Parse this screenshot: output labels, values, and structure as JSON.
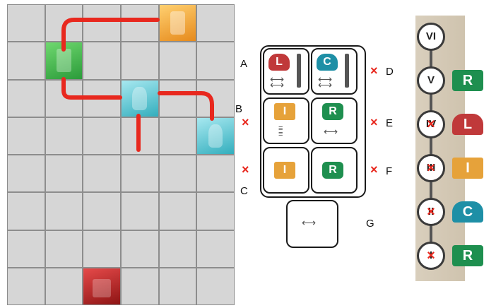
{
  "board": {
    "rows": 8,
    "cols": 6,
    "tiles": [
      {
        "row": 0,
        "col": 4,
        "type": "orange"
      },
      {
        "row": 1,
        "col": 1,
        "type": "green"
      },
      {
        "row": 2,
        "col": 3,
        "type": "cyan"
      },
      {
        "row": 3,
        "col": 5,
        "type": "cyan"
      },
      {
        "row": 7,
        "col": 2,
        "type": "red"
      }
    ],
    "colors": {
      "path": "#e8281e",
      "grid": "#8d8d8d",
      "cell": "#d6d6d6"
    }
  },
  "legend": {
    "labels": {
      "A": "A",
      "B": "B",
      "C": "C",
      "D": "D",
      "E": "E",
      "F": "F",
      "G": "G"
    },
    "x_mark": "×",
    "arrow": "⟷",
    "cards": [
      {
        "id": "A",
        "letter": "L"
      },
      {
        "id": "D",
        "letter": "C"
      },
      {
        "id": "B",
        "letter": "I"
      },
      {
        "id": "E",
        "letter": "R"
      },
      {
        "id": "C",
        "letter": "I"
      },
      {
        "id": "F",
        "letter": "R"
      }
    ]
  },
  "track": {
    "nodes": [
      {
        "label": "VI",
        "crossed": false,
        "badge": ""
      },
      {
        "label": "V",
        "crossed": false,
        "badge": "R"
      },
      {
        "label": "IV",
        "crossed": true,
        "badge": "L"
      },
      {
        "label": "III",
        "crossed": true,
        "badge": "I"
      },
      {
        "label": "II",
        "crossed": true,
        "badge": "C"
      },
      {
        "label": "I",
        "crossed": true,
        "badge": "R"
      }
    ]
  }
}
